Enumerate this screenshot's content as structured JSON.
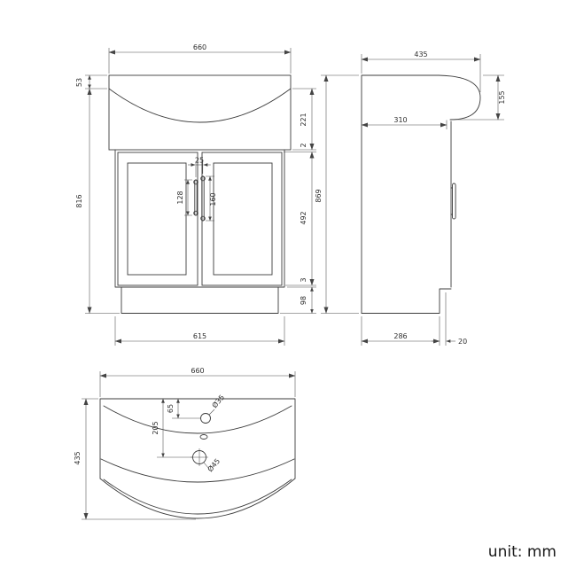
{
  "unit_label": "unit: mm",
  "front_view": {
    "width_top": "660",
    "rim_height": "53",
    "body_height": "816",
    "total_height": "869",
    "upper_section": "221",
    "top_gap": "2",
    "door_height": "492",
    "bottom_gap": "3",
    "plinth_height": "98",
    "width_bottom": "615",
    "handle_spacing": "25",
    "left_handle_length": "128",
    "right_handle_length": "160"
  },
  "side_view": {
    "depth": "435",
    "basin_front_height": "155",
    "worktop_depth": "310",
    "base_depth": "286",
    "toe_recess": "20"
  },
  "top_view": {
    "width": "660",
    "depth": "435",
    "tap_hole_offset": "65",
    "waste_offset": "205",
    "tap_hole_diameter": "Ø35",
    "waste_diameter": "Ø45"
  }
}
